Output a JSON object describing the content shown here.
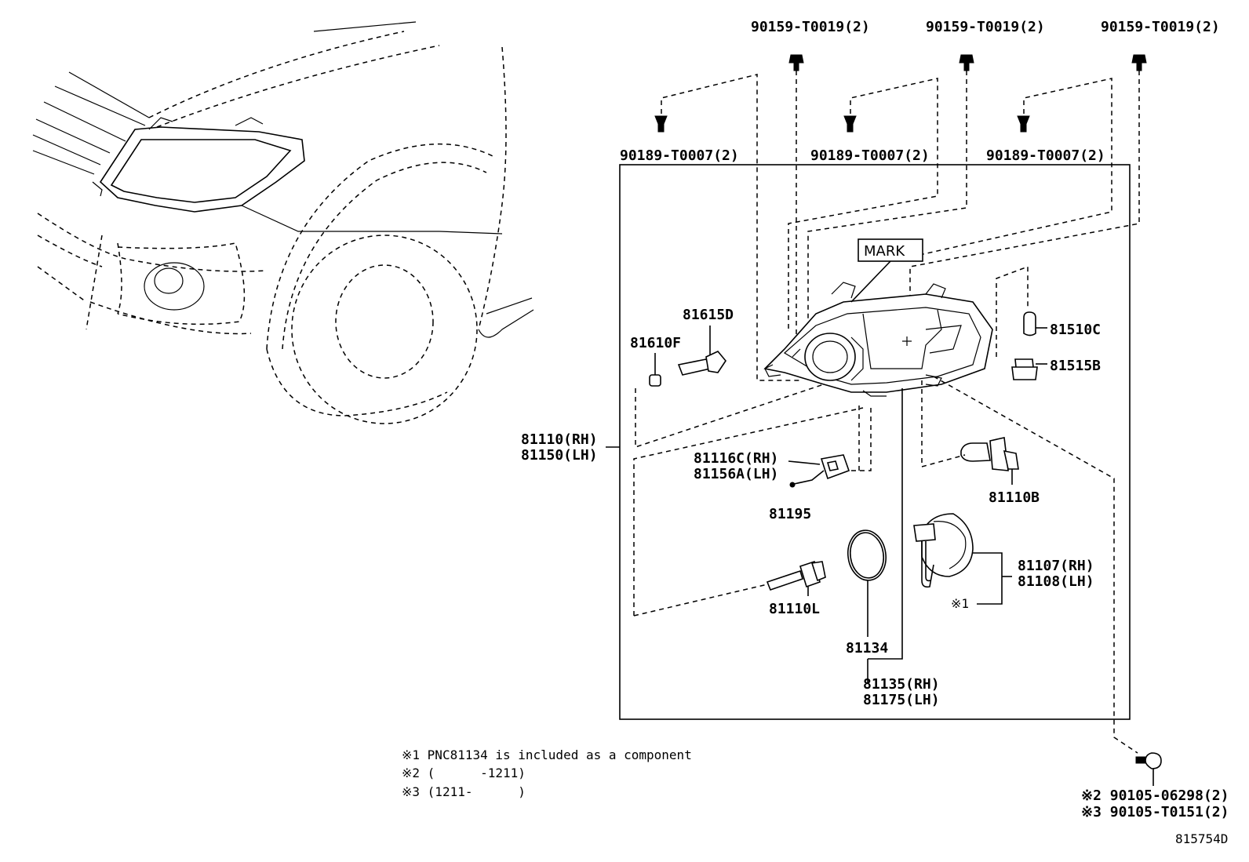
{
  "labels": {
    "fastener_top_1": "90159-T0019(2)",
    "fastener_top_2": "90159-T0019(2)",
    "fastener_top_3": "90159-T0019(2)",
    "clip_1": "90189-T0007(2)",
    "clip_2": "90189-T0007(2)",
    "clip_3": "90189-T0007(2)",
    "mark": "MARK",
    "p81615D": "81615D",
    "p81610F": "81610F",
    "p81510C": "81510C",
    "p81515B": "81515B",
    "p81110_rh": "81110(RH)",
    "p81150_lh": "81150(LH)",
    "p81116C_rh": "81116C(RH)",
    "p81156A_lh": "81156A(LH)",
    "p81195": "81195",
    "p81110B": "81110B",
    "p81107_rh": "81107(RH)",
    "p81108_lh": "81108(LH)",
    "ref1": "※1",
    "p81110L": "81110L",
    "p81134": "81134",
    "p81135_rh": "81135(RH)",
    "p81175_lh": "81175(LH)",
    "bolt_1": "※2 90105-06298(2)",
    "bolt_2": "※3 90105-T0151(2)",
    "drawing_no": "815754D"
  },
  "notes": {
    "n1": "※1 PNC81134 is included as a component",
    "n2": "※2 (      -1211)",
    "n3": "※3 (1211-      )"
  }
}
